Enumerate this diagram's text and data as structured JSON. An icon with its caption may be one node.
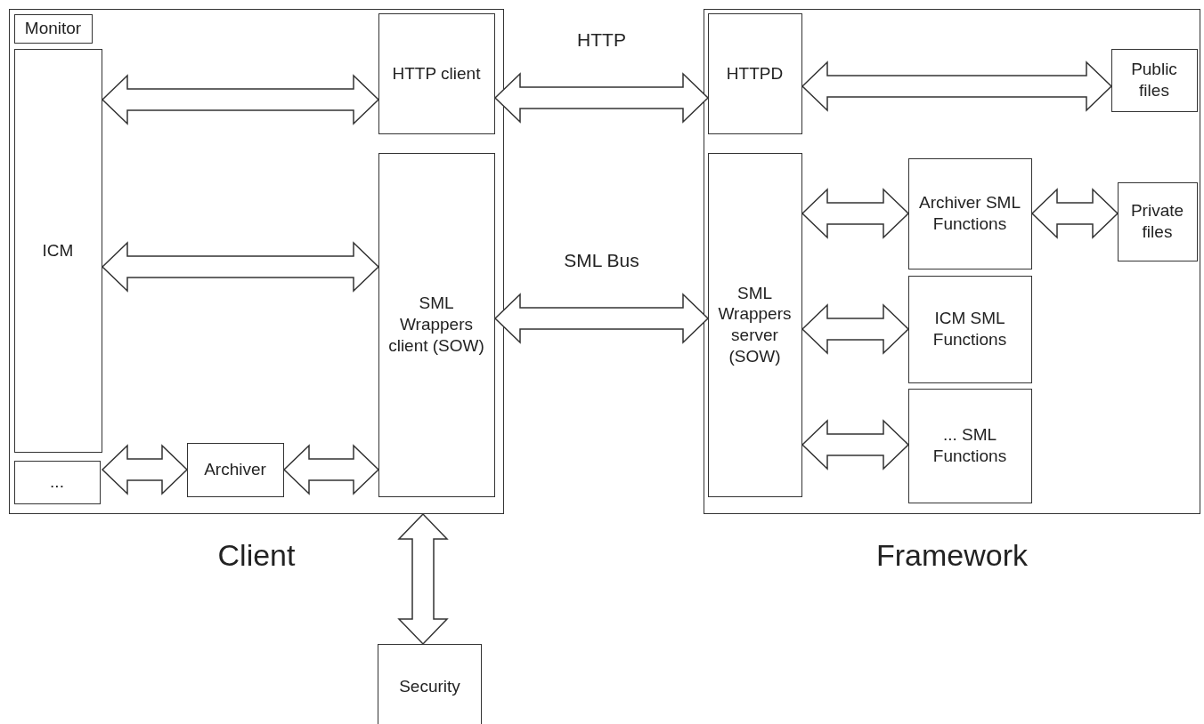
{
  "diagram": {
    "nodes": [
      {
        "text": [
          "Client"
        ]
      },
      {
        "text": [
          "Monitor"
        ],
        "in": 0
      },
      {
        "text": [
          "ICM"
        ],
        "in": 0
      },
      {
        "text": [
          "..."
        ],
        "in": 0
      },
      {
        "text": [
          "Archiver"
        ],
        "in": 0
      },
      {
        "text": [
          "HTTP client"
        ],
        "in": 0
      },
      {
        "text": [
          "SML Wrappers client (SOW)"
        ],
        "in": 0
      },
      {
        "text": [
          "Framework"
        ]
      },
      {
        "text": [
          "HTTPD"
        ],
        "in": 7
      },
      {
        "text": [
          "Public files"
        ],
        "in": 7
      },
      {
        "text": [
          "SML Wrappers server (SOW)"
        ],
        "in": 7
      },
      {
        "text": [
          "Archiver SML Functions"
        ],
        "in": 7
      },
      {
        "text": [
          "Private files"
        ],
        "in": 7
      },
      {
        "text": [
          "ICM SML Functions"
        ],
        "in": 7
      },
      {
        "text": [
          "... SML Functions"
        ],
        "in": 7
      },
      {
        "text": [
          "Security"
        ]
      }
    ],
    "edges": [
      {
        "from": 2,
        "to": 5,
        "arrow": "both"
      },
      {
        "from": 2,
        "to": 6,
        "arrow": "both"
      },
      {
        "from": 2,
        "to": 4,
        "arrow": "both"
      },
      {
        "from": 4,
        "to": 6,
        "arrow": "both"
      },
      {
        "from": 5,
        "to": 8,
        "arrow": "both",
        "label": "HTTP"
      },
      {
        "from": 6,
        "to": 10,
        "arrow": "both",
        "label": "SML Bus"
      },
      {
        "from": 8,
        "to": 9,
        "arrow": "both"
      },
      {
        "from": 10,
        "to": 11,
        "arrow": "both"
      },
      {
        "from": 11,
        "to": 12,
        "arrow": "both"
      },
      {
        "from": 10,
        "to": 13,
        "arrow": "both"
      },
      {
        "from": 10,
        "to": 14,
        "arrow": "both"
      },
      {
        "from": 0,
        "to": 15,
        "arrow": "both"
      }
    ]
  }
}
